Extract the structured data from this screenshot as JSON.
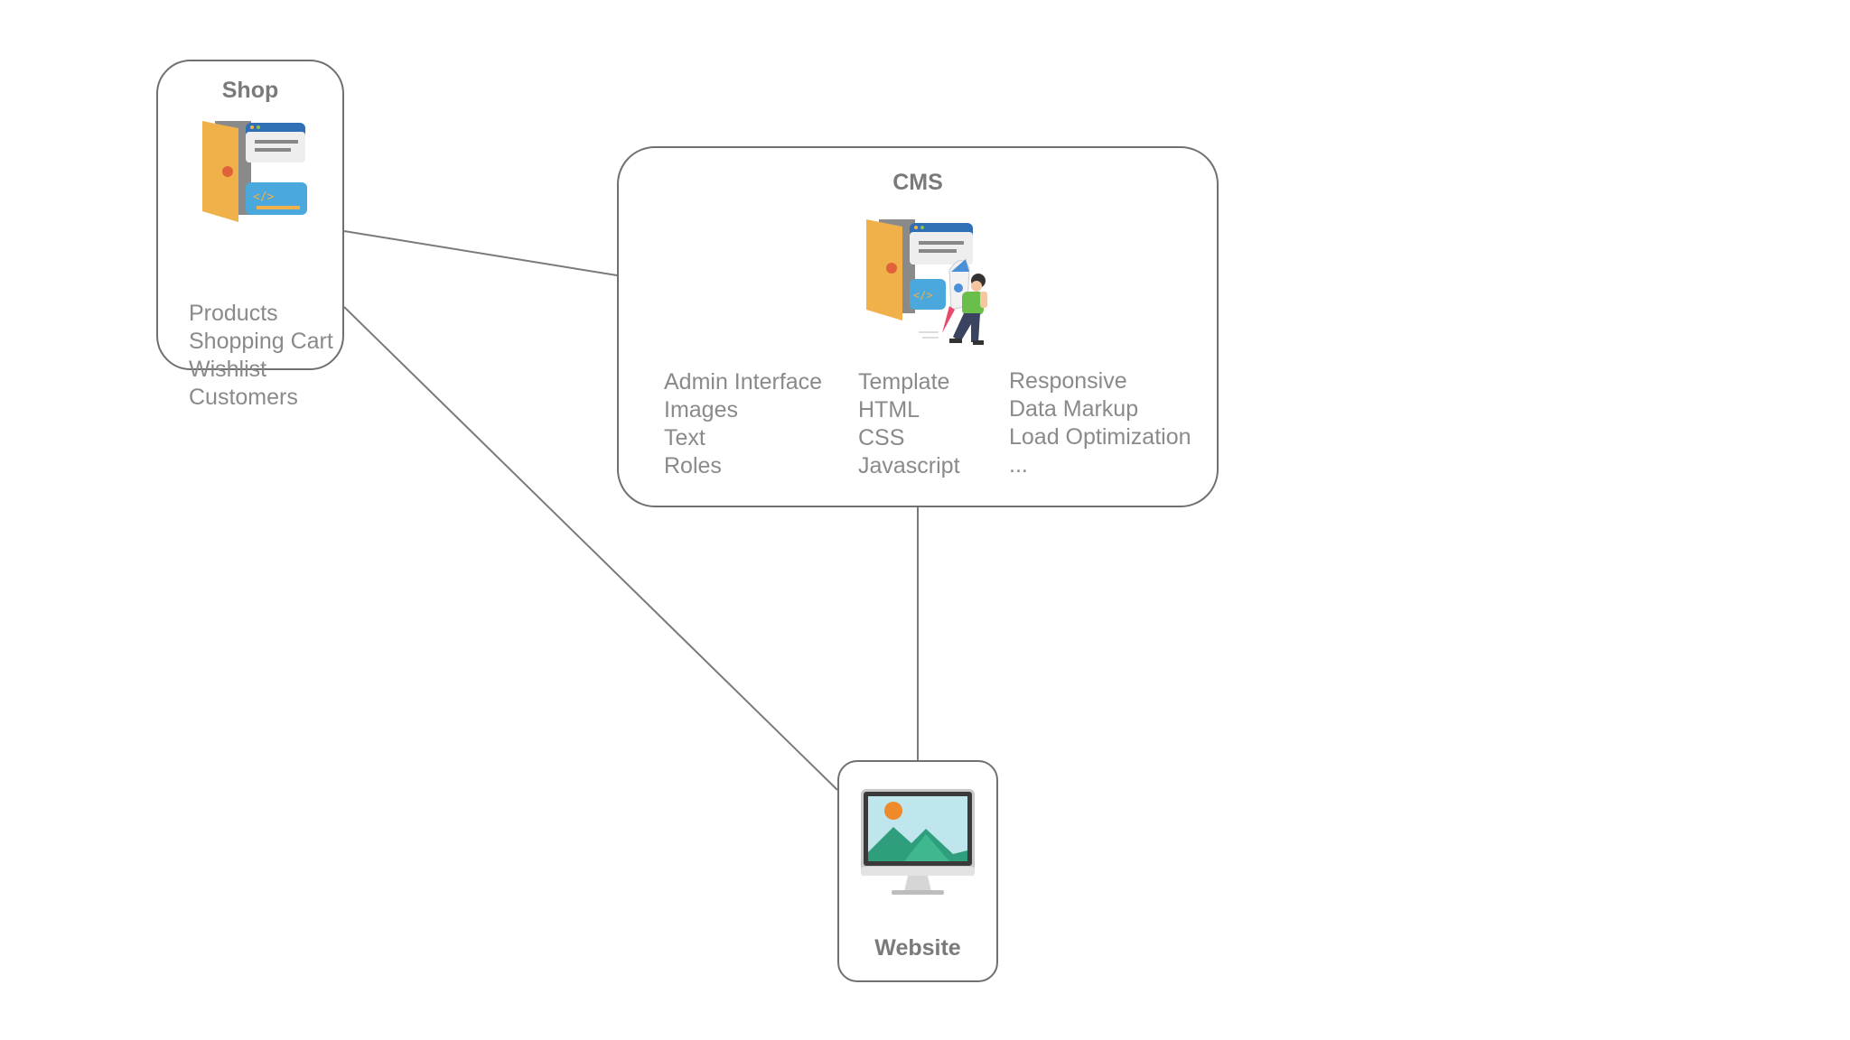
{
  "diagram": {
    "shop": {
      "title": "Shop",
      "icon": "door-code-window-icon",
      "items": [
        "Products",
        "Shopping Cart",
        "Wishlist",
        "Customers"
      ]
    },
    "cms": {
      "title": "CMS",
      "icon": "door-rocket-developer-icon",
      "columns": [
        [
          "Admin Interface",
          "Images",
          "Text",
          "Roles"
        ],
        [
          "Template",
          "HTML",
          "CSS",
          "Javascript"
        ],
        [
          "Responsive",
          "Data Markup",
          "Load Optimization",
          "..."
        ]
      ]
    },
    "website": {
      "title": "Website",
      "icon": "desktop-monitor-landscape-icon"
    },
    "connections": [
      {
        "from": "shop",
        "to": "cms"
      },
      {
        "from": "shop",
        "to": "website"
      },
      {
        "from": "cms",
        "to": "website"
      }
    ],
    "colors": {
      "border": "#707070",
      "text": "#8a8a8a",
      "title": "#7a7a7a",
      "door_orange": "#f0b14a",
      "window_blue": "#2f6fb5",
      "code_blue": "#4aa8dc",
      "monitor_sky": "#bfe6ec",
      "mountain_green": "#2e9e7c",
      "sun_orange": "#ee8a2a"
    }
  }
}
